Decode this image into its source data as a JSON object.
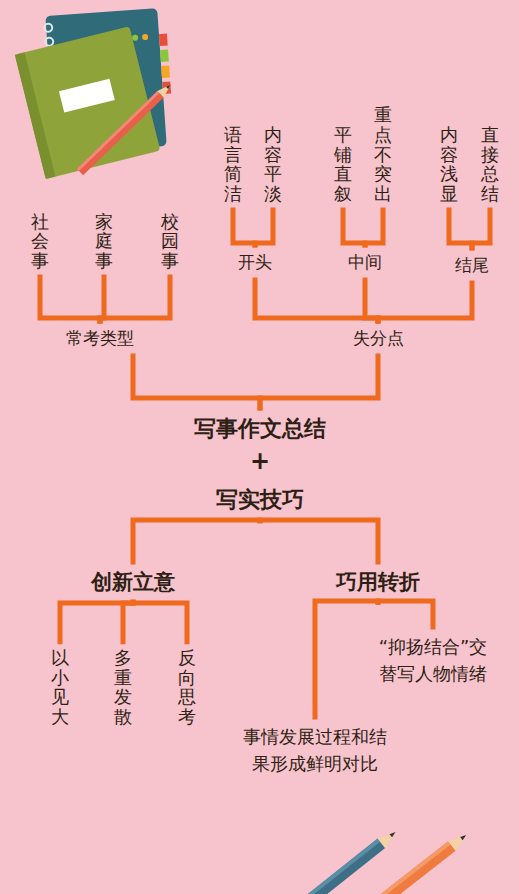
{
  "diagram": {
    "nodes": [
      {
        "text": [
          "社会事"
        ]
      },
      {
        "text": [
          "家庭事"
        ]
      },
      {
        "text": [
          "校园事"
        ]
      },
      {
        "text": [
          "语言简洁"
        ]
      },
      {
        "text": [
          "内容平淡"
        ]
      },
      {
        "text": [
          "平铺直叙"
        ]
      },
      {
        "text": [
          "重点不突出"
        ]
      },
      {
        "text": [
          "内容浅显"
        ]
      },
      {
        "text": [
          "直接总结"
        ]
      },
      {
        "text": [
          "开头"
        ]
      },
      {
        "text": [
          "中间"
        ]
      },
      {
        "text": [
          "结尾"
        ]
      },
      {
        "text": [
          "常考类型"
        ]
      },
      {
        "text": [
          "失分点"
        ]
      },
      {
        "text": [
          "写事作文总结"
        ]
      },
      {
        "text": [
          "写实技巧"
        ]
      },
      {
        "text": [
          "创新立意"
        ]
      },
      {
        "text": [
          "巧用转折"
        ]
      },
      {
        "text": [
          "以小见大"
        ]
      },
      {
        "text": [
          "多重发散"
        ]
      },
      {
        "text": [
          "反向思考"
        ]
      },
      {
        "text": [
          "“抑扬结合”交替写人物情绪"
        ]
      },
      {
        "text": [
          "事情发展过程和结果形成鲜明对比"
        ]
      }
    ],
    "edges": [
      {
        "from": 0,
        "to": 12,
        "arrow": "none"
      },
      {
        "from": 1,
        "to": 12,
        "arrow": "none"
      },
      {
        "from": 2,
        "to": 12,
        "arrow": "none"
      },
      {
        "from": 3,
        "to": 9,
        "arrow": "none"
      },
      {
        "from": 4,
        "to": 9,
        "arrow": "none"
      },
      {
        "from": 5,
        "to": 10,
        "arrow": "none"
      },
      {
        "from": 6,
        "to": 10,
        "arrow": "none"
      },
      {
        "from": 7,
        "to": 11,
        "arrow": "none"
      },
      {
        "from": 8,
        "to": 11,
        "arrow": "none"
      },
      {
        "from": 9,
        "to": 13,
        "arrow": "none"
      },
      {
        "from": 10,
        "to": 13,
        "arrow": "none"
      },
      {
        "from": 11,
        "to": 13,
        "arrow": "none"
      },
      {
        "from": 12,
        "to": 14,
        "arrow": "none"
      },
      {
        "from": 13,
        "to": 14,
        "arrow": "none"
      },
      {
        "from": 15,
        "to": 16,
        "arrow": "none"
      },
      {
        "from": 15,
        "to": 17,
        "arrow": "none"
      },
      {
        "from": 16,
        "to": 18,
        "arrow": "none"
      },
      {
        "from": 16,
        "to": 19,
        "arrow": "none"
      },
      {
        "from": 16,
        "to": 20,
        "arrow": "none"
      },
      {
        "from": 17,
        "to": 21,
        "arrow": "none"
      },
      {
        "from": 17,
        "to": 22,
        "arrow": "none"
      }
    ],
    "labels": [
      "+"
    ]
  }
}
